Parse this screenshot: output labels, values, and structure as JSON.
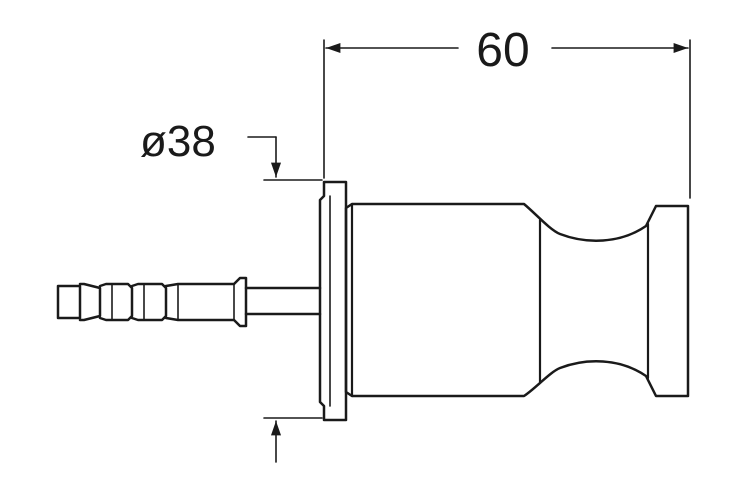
{
  "drawing": {
    "type": "technical-dimension-drawing",
    "stroke_color": "#1a1a1a",
    "background": "#ffffff",
    "dimensions": {
      "length_label": "60",
      "diameter_label": "ø38"
    }
  }
}
